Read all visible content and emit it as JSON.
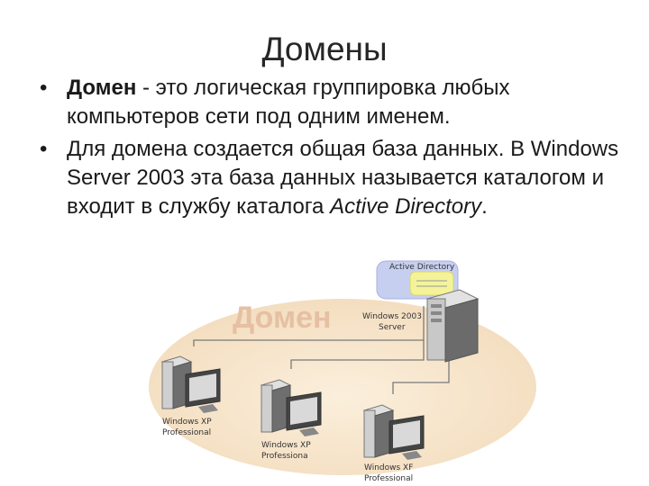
{
  "title": "Домены",
  "bullets": [
    {
      "term": "Домен",
      "text": " - это логическая группировка любых компьютеров сети под одним именем."
    },
    {
      "text1": "Для домена создается общая база данных. В Windows Server 2003 эта база данных называется каталогом и входит в службу каталога ",
      "italic": "Active Directory",
      "text2": "."
    }
  ],
  "diagram": {
    "domain_label": "Домен",
    "ad_label": "Active Directory",
    "server_label_1": "Windows 2003",
    "server_label_2": "Server",
    "workstations": [
      {
        "line1": "Windows XP",
        "line2": "Professional"
      },
      {
        "line1": "Windows XP",
        "line2": "Professiona"
      },
      {
        "line1": "Windows XF",
        "line2": "Professional"
      }
    ]
  },
  "colors": {
    "ellipse": "#f6e2c6",
    "domain_text": "#e7c4a8",
    "ad_blue": "#c7cff0",
    "ad_yellow": "#f4f39a"
  },
  "icons": [
    "server-tower-icon",
    "pc-tower-icon",
    "monitor-icon",
    "network-line-icon"
  ]
}
